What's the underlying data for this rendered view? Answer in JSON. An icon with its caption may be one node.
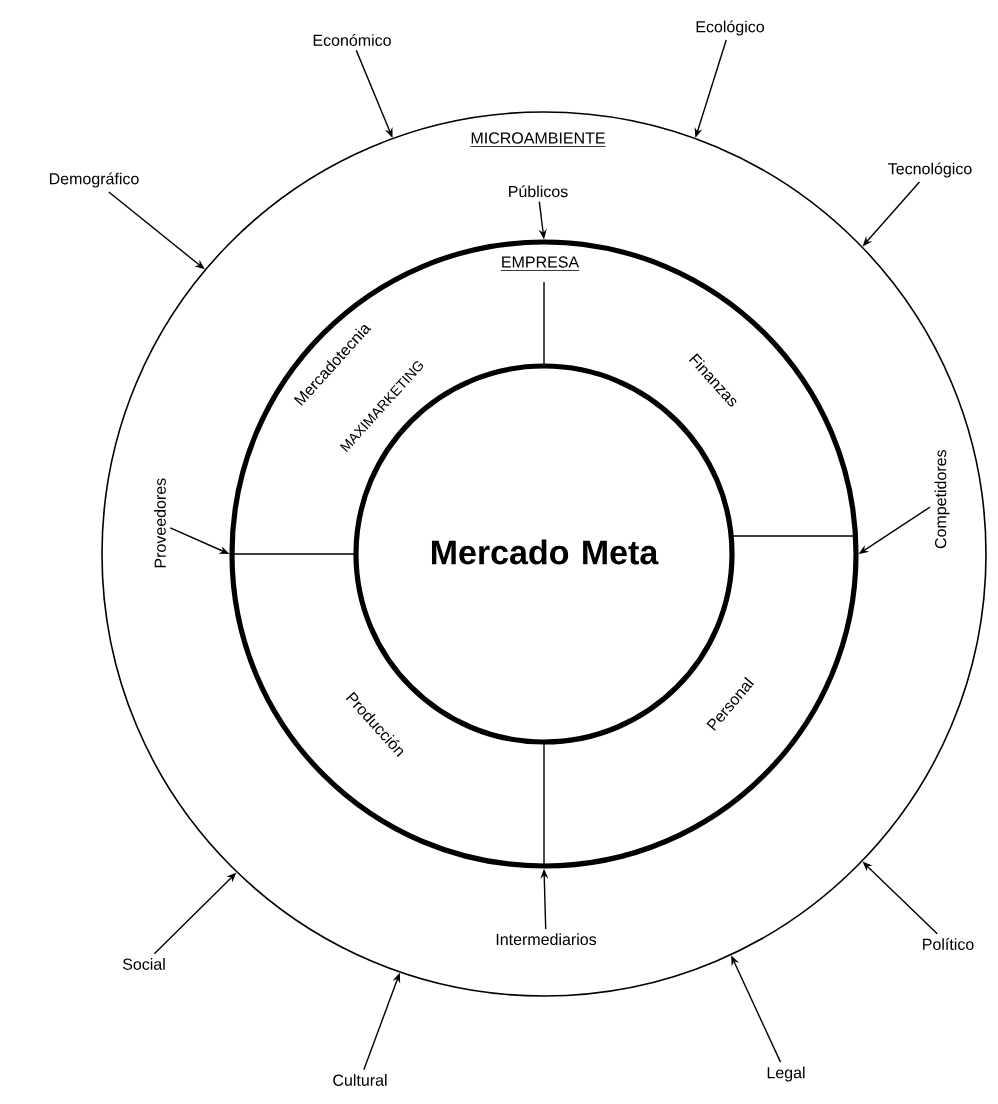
{
  "diagram": {
    "nodes": [
      {
        "text": [
          "MICROAMBIENTE"
        ]
      },
      {
        "text": [
          "EMPRESA"
        ],
        "in": 0
      },
      {
        "text": [
          "Mercado Meta"
        ],
        "in": 1
      },
      {
        "text": [
          "Económico"
        ]
      },
      {
        "text": [
          "Ecológico"
        ]
      },
      {
        "text": [
          "Demográfico"
        ]
      },
      {
        "text": [
          "Tecnológico"
        ]
      },
      {
        "text": [
          "Públicos"
        ],
        "in": 0
      },
      {
        "text": [
          "Proveedores"
        ],
        "in": 0
      },
      {
        "text": [
          "Competidores"
        ],
        "in": 0
      },
      {
        "text": [
          "Social"
        ]
      },
      {
        "text": [
          "Intermediarios"
        ],
        "in": 0
      },
      {
        "text": [
          "Político"
        ]
      },
      {
        "text": [
          "Cultural"
        ]
      },
      {
        "text": [
          "Legal"
        ]
      }
    ],
    "edges": [
      {
        "from": 3,
        "to": 0,
        "arrow": "to"
      },
      {
        "from": 4,
        "to": 0,
        "arrow": "to"
      },
      {
        "from": 5,
        "to": 0,
        "arrow": "to"
      },
      {
        "from": 6,
        "to": 0,
        "arrow": "to"
      },
      {
        "from": 7,
        "to": 1,
        "arrow": "to"
      },
      {
        "from": 8,
        "to": 1,
        "arrow": "to"
      },
      {
        "from": 9,
        "to": 1,
        "arrow": "to"
      },
      {
        "from": 10,
        "to": 0,
        "arrow": "to"
      },
      {
        "from": 11,
        "to": 1,
        "arrow": "to"
      },
      {
        "from": 12,
        "to": 0,
        "arrow": "to"
      },
      {
        "from": 13,
        "to": 0,
        "arrow": "to"
      },
      {
        "from": 14,
        "to": 0,
        "arrow": "to"
      }
    ],
    "labels": [
      "Mercadotecnia",
      "MAXIMARKETING",
      "Finanzas",
      "Producción",
      "Personal"
    ]
  }
}
